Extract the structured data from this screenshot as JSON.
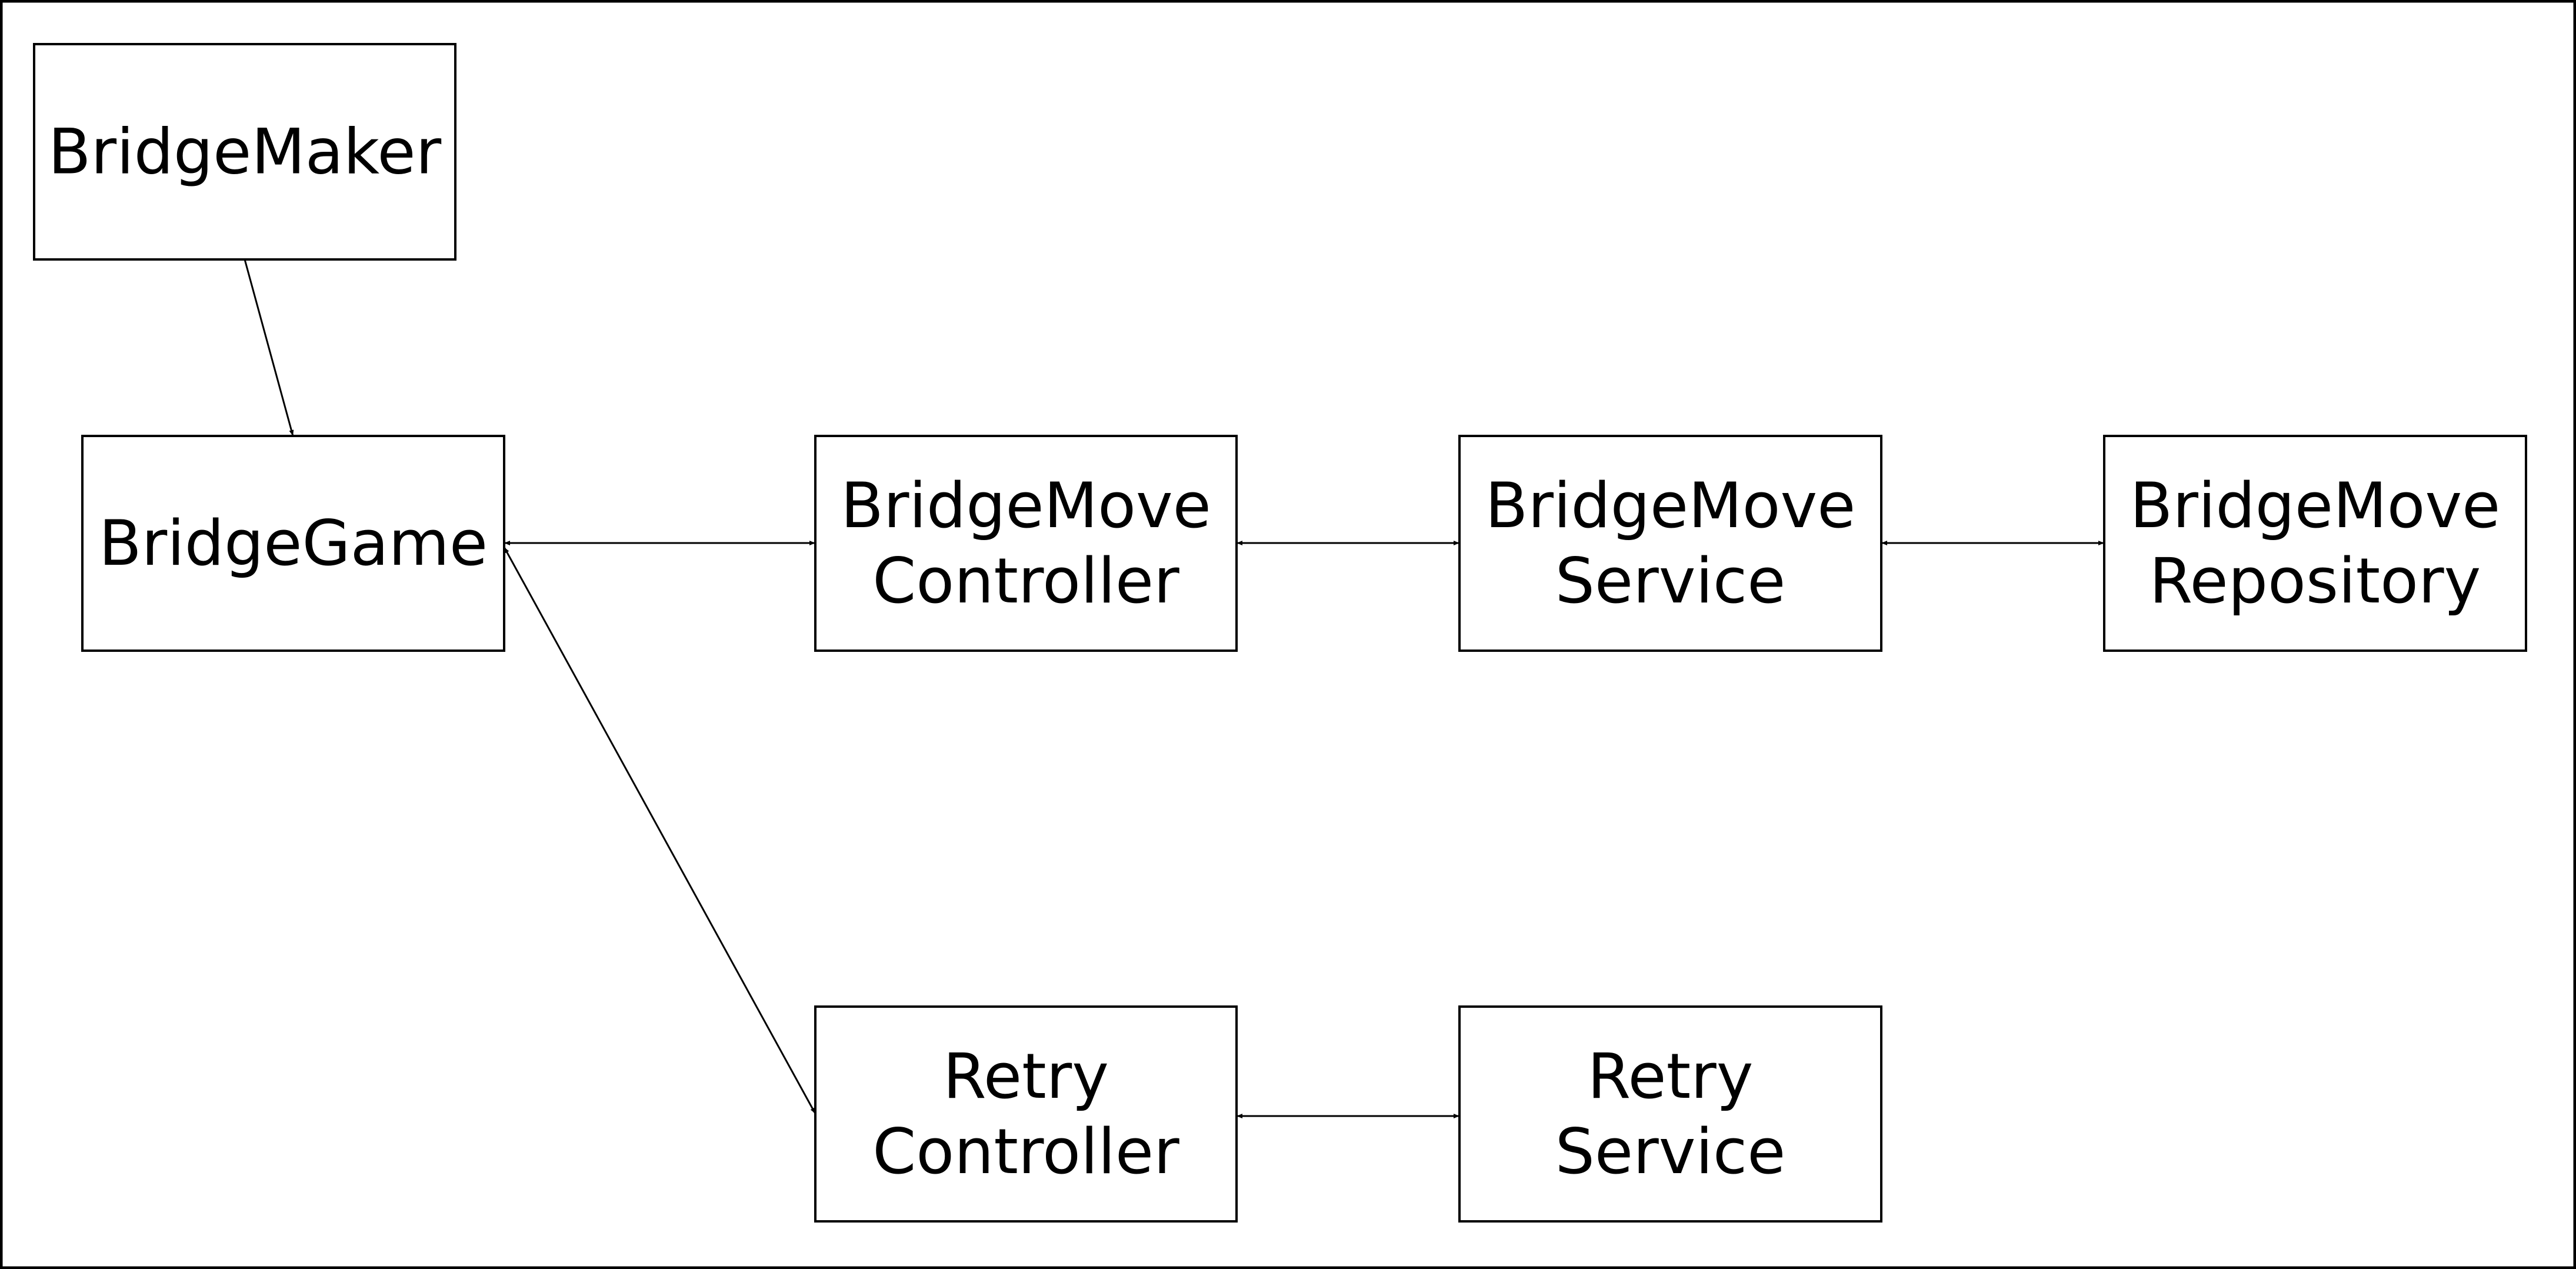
{
  "diagram": {
    "nodes": [
      {
        "id": "bridge-maker",
        "lines": [
          "BridgeMaker"
        ]
      },
      {
        "id": "bridge-game",
        "lines": [
          "BridgeGame"
        ]
      },
      {
        "id": "bridge-move-controller",
        "lines": [
          "BridgeMove",
          "Controller"
        ]
      },
      {
        "id": "bridge-move-service",
        "lines": [
          "BridgeMove",
          "Service"
        ]
      },
      {
        "id": "bridge-move-repository",
        "lines": [
          "BridgeMove",
          "Repository"
        ]
      },
      {
        "id": "retry-controller",
        "lines": [
          "Retry",
          "Controller"
        ]
      },
      {
        "id": "retry-service",
        "lines": [
          "Retry",
          "Service"
        ]
      }
    ],
    "edges": [
      {
        "from": "bridge-maker",
        "to": "bridge-game",
        "direction": "forward"
      },
      {
        "from": "bridge-game",
        "to": "bridge-move-controller",
        "direction": "both"
      },
      {
        "from": "bridge-move-controller",
        "to": "bridge-move-service",
        "direction": "both"
      },
      {
        "from": "bridge-move-service",
        "to": "bridge-move-repository",
        "direction": "both"
      },
      {
        "from": "bridge-game",
        "to": "retry-controller",
        "direction": "both"
      },
      {
        "from": "retry-controller",
        "to": "retry-service",
        "direction": "both"
      }
    ]
  }
}
